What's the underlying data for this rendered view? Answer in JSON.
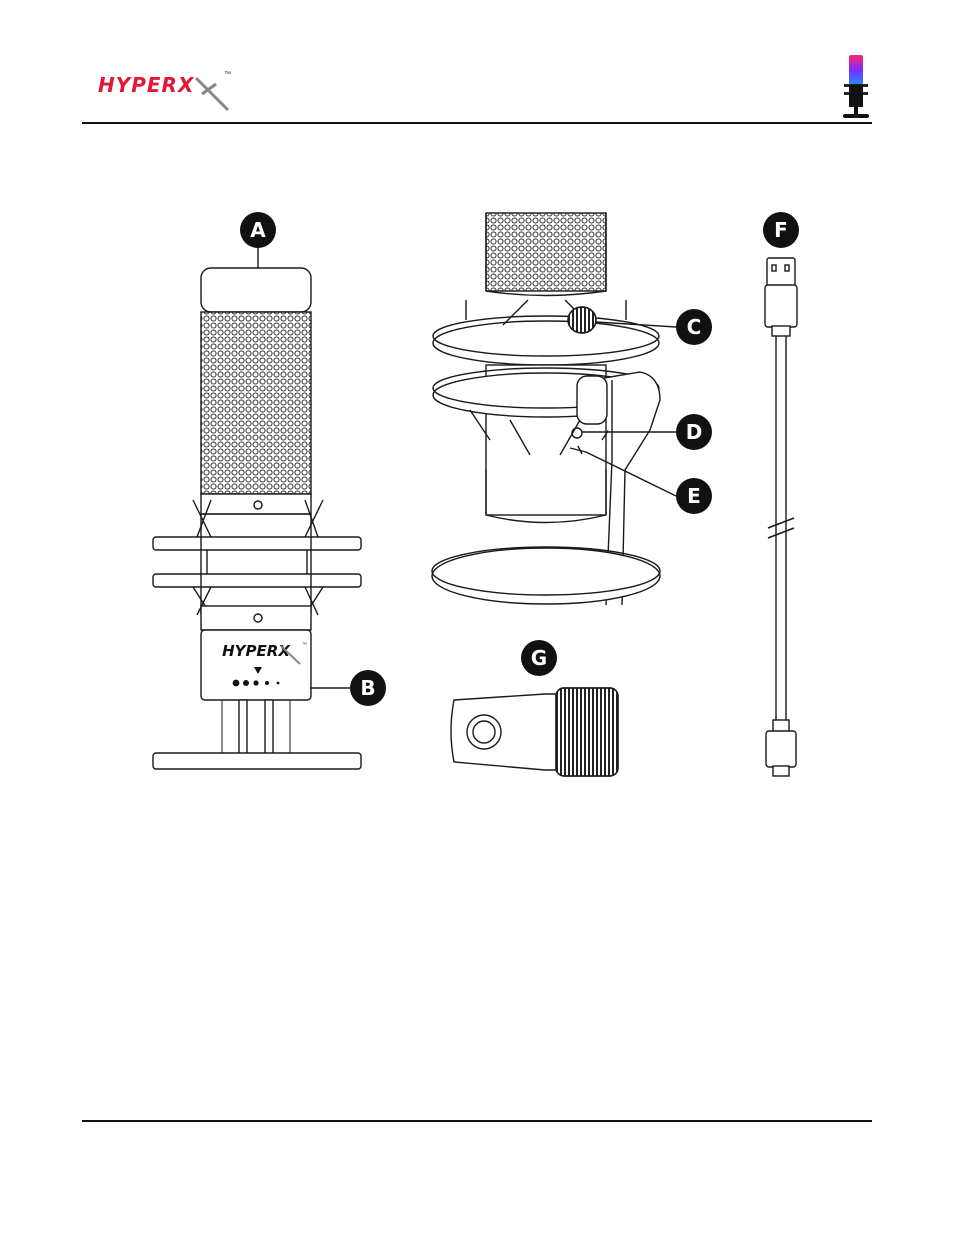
{
  "header": {
    "brand_wordmark": "HYPERX",
    "brand_tm": "™"
  },
  "figure": {
    "callouts": [
      {
        "id": "A",
        "label": "A"
      },
      {
        "id": "B",
        "label": "B"
      },
      {
        "id": "C",
        "label": "C"
      },
      {
        "id": "D",
        "label": "D"
      },
      {
        "id": "E",
        "label": "E"
      },
      {
        "id": "F",
        "label": "F"
      },
      {
        "id": "G",
        "label": "G"
      }
    ],
    "mic_base_logo": "HYPERX",
    "mic_base_tm": "™"
  },
  "colors": {
    "brand_red": "#e31837",
    "callout_fill": "#111111",
    "line": "#1a1a1a"
  }
}
